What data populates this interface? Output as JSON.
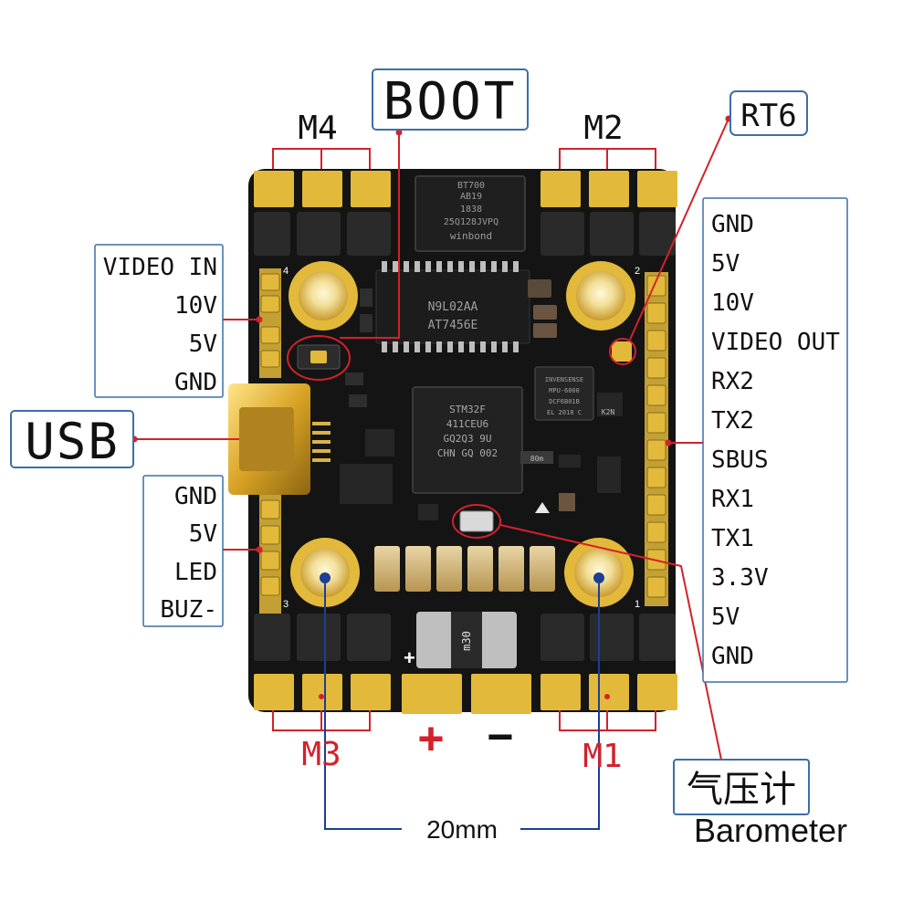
{
  "labels": {
    "boot": "BOOT",
    "m4": "M4",
    "m2": "M2",
    "m3": "M3",
    "m1": "M1",
    "rt6": "RT6",
    "usb": "USB",
    "plus": "+",
    "minus": "−",
    "mount_spacing": "20mm",
    "barometer_cn": "气压计",
    "barometer_en": "Barometer"
  },
  "left_top_pins": [
    "VIDEO IN",
    "10V",
    "5V",
    "GND"
  ],
  "left_bottom_pins": [
    "GND",
    "5V",
    "LED",
    "BUZ-"
  ],
  "right_pins": [
    "GND",
    "5V",
    "10V",
    "VIDEO OUT",
    "RX2",
    "TX2",
    "SBUS",
    "RX1",
    "TX1",
    "3.3V",
    "5V",
    "GND"
  ],
  "chip_text": {
    "flash": [
      "winbond",
      "25Q128JVPQ",
      "1838",
      "AB19",
      "BT700"
    ],
    "osd": [
      "AT7456E",
      "N9L02AA"
    ],
    "mcu": [
      "STM32F",
      "411CEU6",
      "GQ2Q3 9U",
      "CHN GQ 002"
    ],
    "imu": [
      "INVENSENSE",
      "MPU-6000",
      "DCF6B01B",
      "EL 2018 C"
    ],
    "inductor": "m30",
    "led": "80m",
    "k2n": "K2N"
  },
  "pad_numbers": [
    "1",
    "2",
    "3",
    "4"
  ],
  "colors": {
    "board": "#141414",
    "gold": "#e2b93a",
    "callout_red": "#d4212b",
    "spacing_blue": "#1b3f95",
    "box_border": "#3a6fa8"
  }
}
